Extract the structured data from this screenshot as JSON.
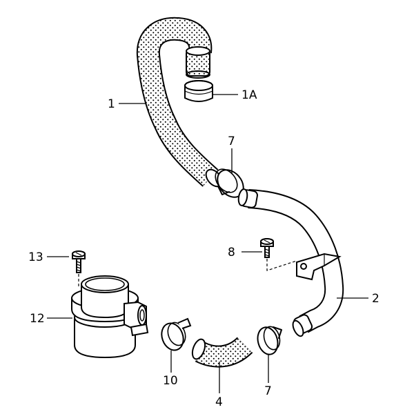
{
  "diagram": {
    "callouts": [
      {
        "id": "1",
        "label": "1"
      },
      {
        "id": "1A",
        "label": "1A"
      },
      {
        "id": "2",
        "label": "2"
      },
      {
        "id": "4",
        "label": "4"
      },
      {
        "id": "7a",
        "label": "7"
      },
      {
        "id": "7b",
        "label": "7"
      },
      {
        "id": "8",
        "label": "8"
      },
      {
        "id": "10",
        "label": "10"
      },
      {
        "id": "12",
        "label": "12"
      },
      {
        "id": "13",
        "label": "13"
      }
    ]
  }
}
